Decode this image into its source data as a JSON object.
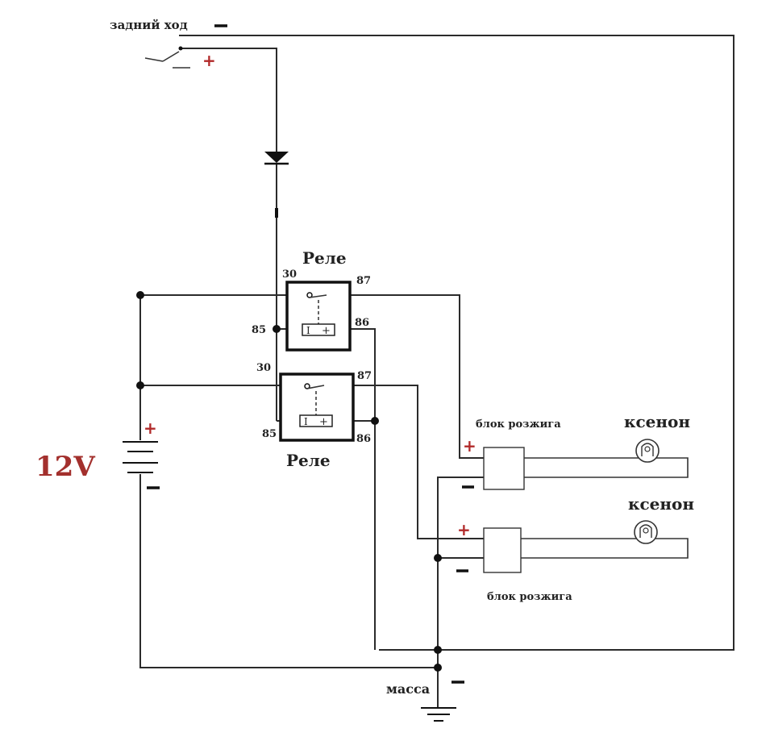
{
  "labels": {
    "reverse": "задний ход",
    "relay_top": "Реле",
    "relay_bottom": "Реле",
    "ignition_top": "блок розжига",
    "ignition_bottom": "блок розжига",
    "xenon_top": "ксенон",
    "xenon_bottom": "ксенон",
    "ground": "масса",
    "voltage": "12V",
    "plus": "+",
    "coil_minus": "I",
    "coil_plus": "+"
  },
  "pins": {
    "top": {
      "p30": "30",
      "p87": "87",
      "p85": "85",
      "p86": "86"
    },
    "bottom": {
      "p30": "30",
      "p87": "87",
      "p85": "85",
      "p86": "86"
    }
  },
  "colors": {
    "wire": "#2b2b2b",
    "plus_sign": "#b12a2a",
    "voltage": "#a3302d"
  }
}
